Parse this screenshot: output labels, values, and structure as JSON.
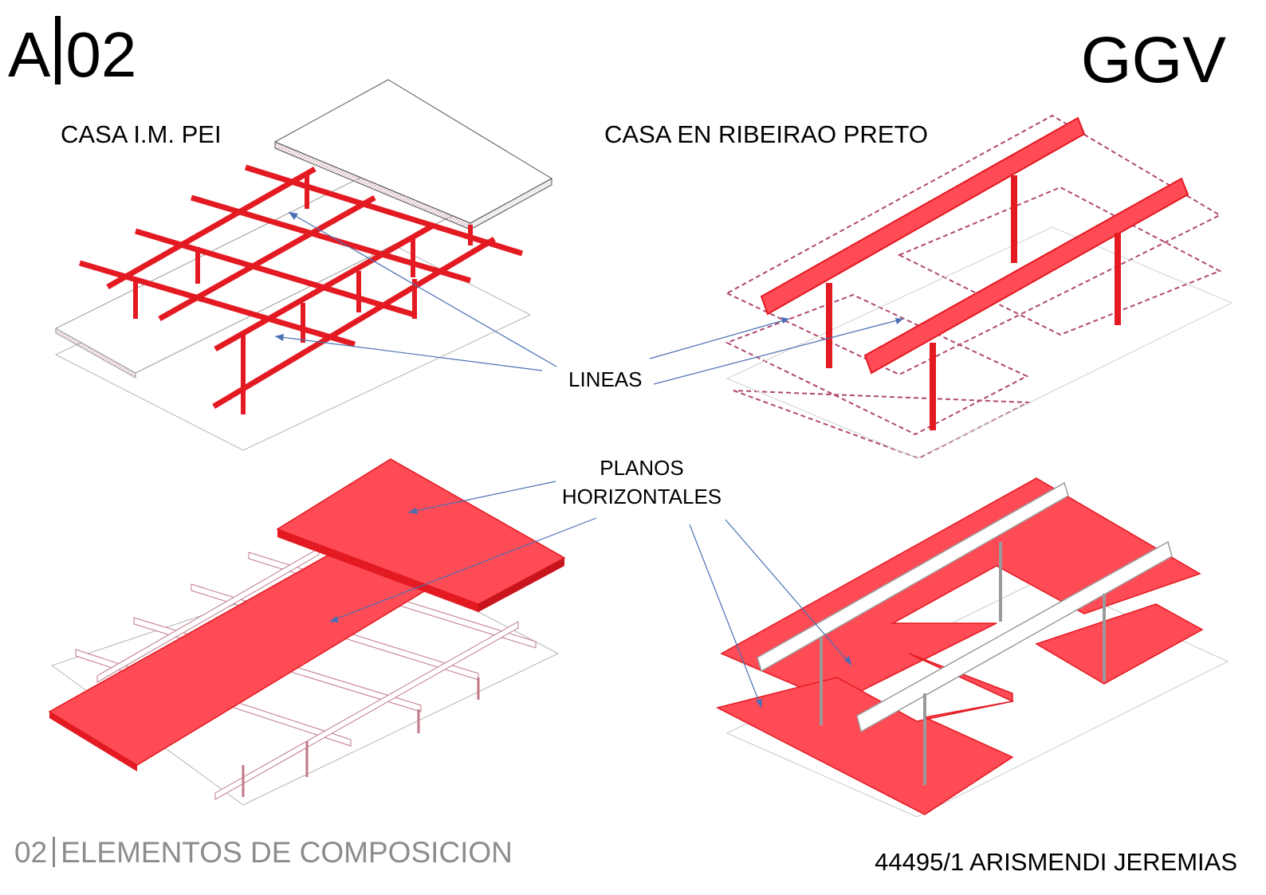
{
  "header": {
    "sheet_code_prefix": "A",
    "sheet_code_number": "02",
    "author_initials": "GGV"
  },
  "titles": {
    "left_case": "CASA I.M. PEI",
    "right_case": "CASA EN RIBEIRAO PRETO"
  },
  "annotations": {
    "lines_label": "LINEAS",
    "planes_label_line1": "PLANOS",
    "planes_label_line2": "HORIZONTALES"
  },
  "footer": {
    "subject_number": "02",
    "subject_title": "ELEMENTOS DE COMPOSICION",
    "student": "44495/1 ARISMENDI JEREMIAS"
  },
  "colors": {
    "highlight_red": "#ff4b55",
    "highlight_stroke": "#e31a22",
    "leader_line": "#4a6fb5",
    "outline": "#7a7a7a",
    "dashed_outline": "#b04870",
    "footer_gray": "#8c8c8c"
  }
}
